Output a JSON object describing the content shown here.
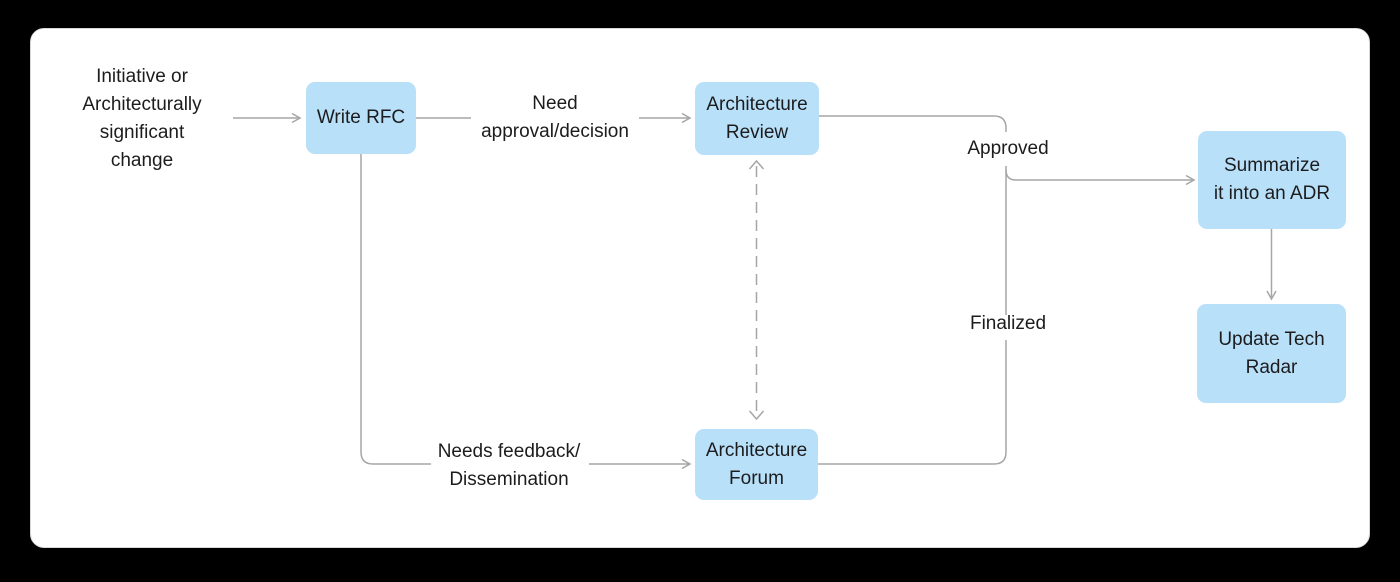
{
  "colors": {
    "page_bg": "#000000",
    "card_bg": "#ffffff",
    "card_border": "#d7d7d7",
    "node_fill": "#b9e0f9",
    "text": "#1c1c1e",
    "line": "#a6a6a6"
  },
  "nodes": {
    "start_note": "Initiative or\nArchitecturally\nsignificant\nchange",
    "write_rfc": "Write RFC",
    "architecture_review": "Architecture\nReview",
    "architecture_forum": "Architecture\nForum",
    "summarize_adr": "Summarize\nit into an ADR",
    "update_tech_radar": "Update Tech\nRadar"
  },
  "edge_labels": {
    "need_approval": "Need\napproval/decision",
    "needs_feedback": "Needs feedback/\nDissemination",
    "approved": "Approved",
    "finalized": "Finalized"
  }
}
